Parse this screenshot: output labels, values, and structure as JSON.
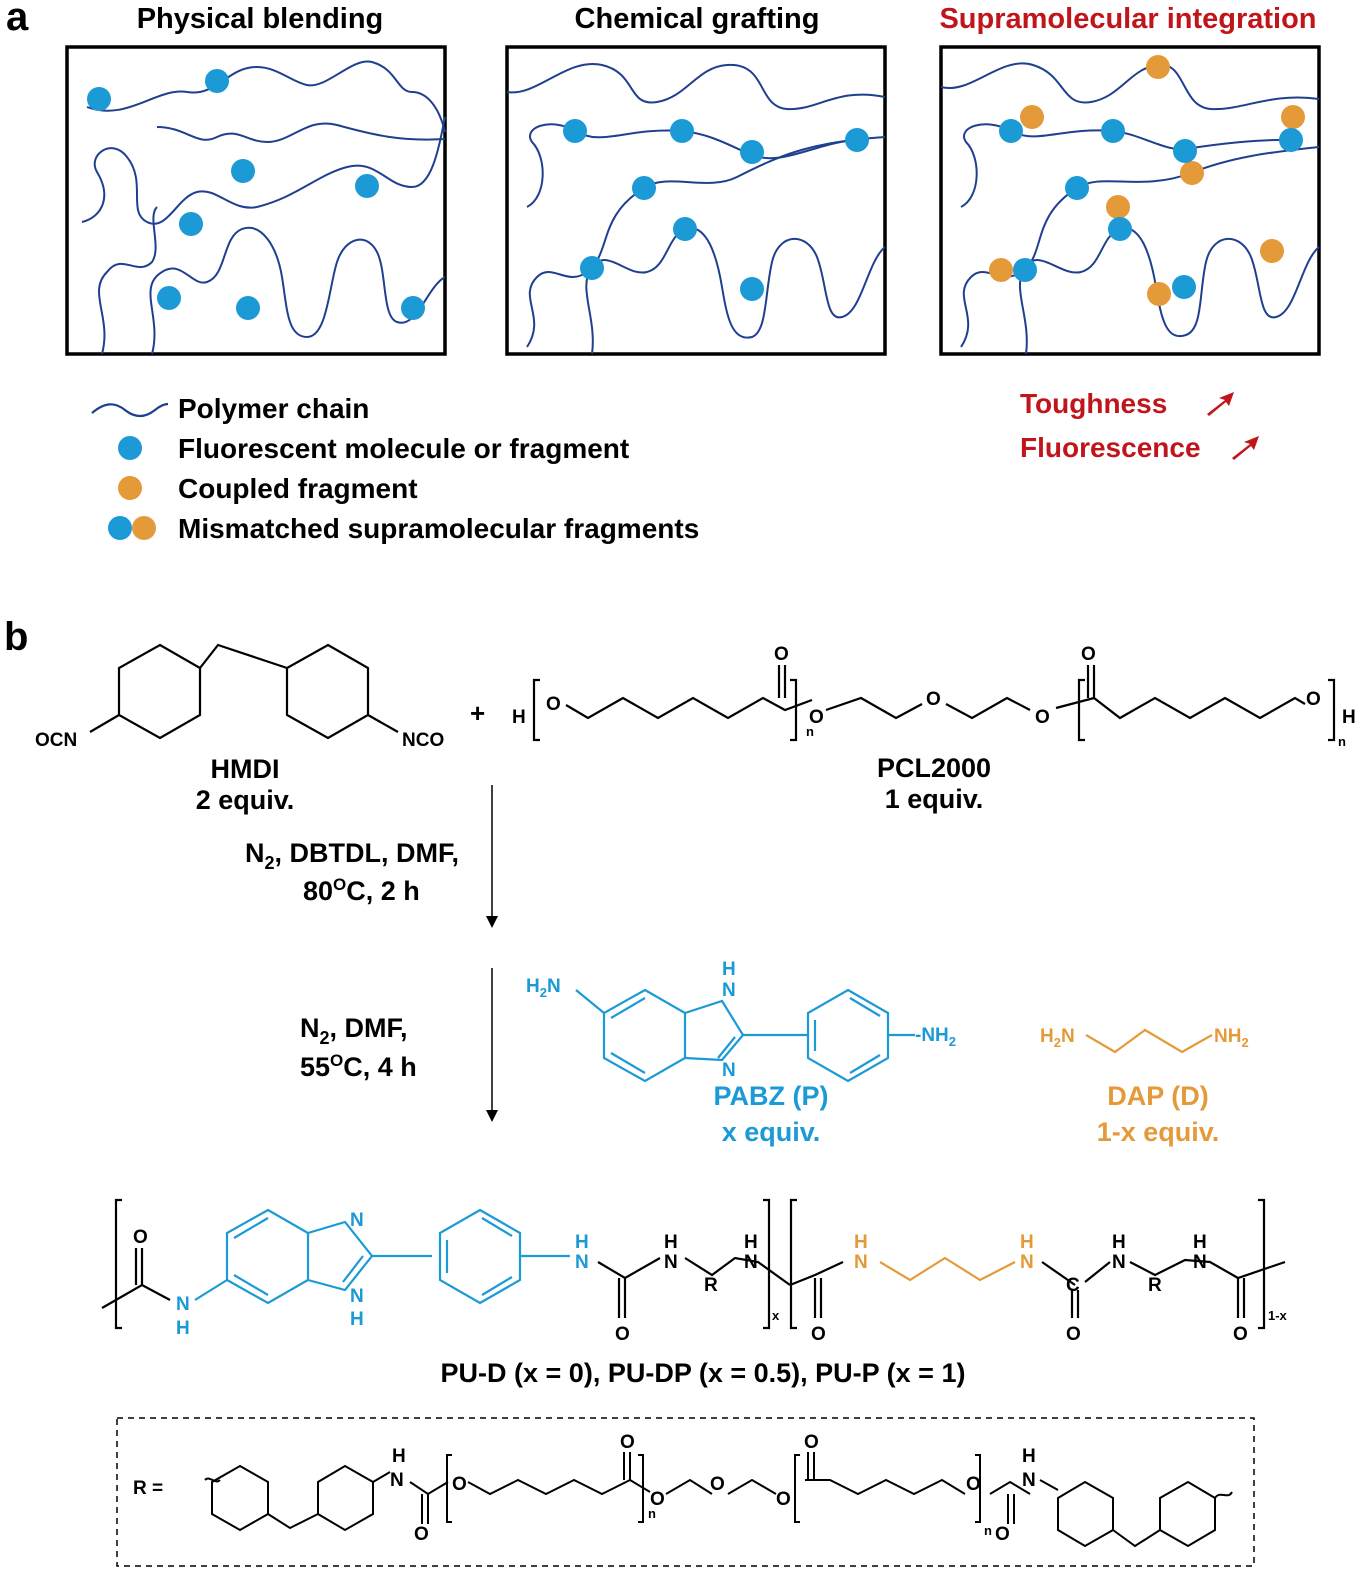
{
  "panel_a": {
    "label": "a",
    "titles": [
      "Physical blending",
      "Chemical grafting",
      "Supramolecular integration"
    ],
    "legend": [
      {
        "icon": "polymer-chain-icon",
        "text": "Polymer chain"
      },
      {
        "icon": "blue-circle-icon",
        "text": "Fluorescent molecule or fragment"
      },
      {
        "icon": "orange-circle-icon",
        "text": "Coupled fragment"
      },
      {
        "icon": "blue-orange-pair-icon",
        "text": "Mismatched supramolecular fragments"
      }
    ],
    "effects": [
      {
        "text": "Toughness",
        "icon": "up-arrow-icon"
      },
      {
        "text": "Fluorescence",
        "icon": "up-arrow-icon"
      }
    ]
  },
  "panel_b": {
    "label": "b",
    "plus": "+",
    "reagents": {
      "hmdi": {
        "name": "HMDI",
        "equiv": "2 equiv.",
        "left_group": "OCN",
        "right_group": "NCO"
      },
      "pcl": {
        "name": "PCL2000",
        "equiv": "1 equiv.",
        "h": "H",
        "o": "O",
        "n": "n"
      },
      "pabz": {
        "name": "PABZ (P)",
        "equiv": "x equiv.",
        "h2n": "H2N",
        "nh2": "-NH2",
        "n": "N",
        "h": "H"
      },
      "dap": {
        "name": "DAP (D)",
        "equiv": "1-x equiv.",
        "h2n": "H2N",
        "nh2": "NH2"
      }
    },
    "step1": {
      "line1_pre": "N",
      "line1_sub": "2",
      "line1_post": ", DBTDL, DMF,",
      "line2_pre": "80",
      "line2_sup": "O",
      "line2_post": "C, 2 h"
    },
    "step2": {
      "line1_pre": "N",
      "line1_sub": "2",
      "line1_post": ", DMF,",
      "line2_pre": "55",
      "line2_sup": "O",
      "line2_post": "C, 4 h"
    },
    "product": {
      "caption": "PU-D (x = 0), PU-DP (x = 0.5), PU-P (x = 1)",
      "labels": {
        "o": "O",
        "n": "N",
        "h": "H",
        "c": "C",
        "r": "R",
        "x": "x",
        "one_minus_x": "1-x"
      }
    },
    "r_group": {
      "label": "R =",
      "o": "O",
      "n": "N",
      "h": "H",
      "sub_n": "n"
    }
  },
  "colors": {
    "polymer": "#1f3f8f",
    "fluorescent": "#1b9ad6",
    "coupled": "#e59a3a",
    "highlight_red": "#c0151a",
    "pabz_blue": "#1b9ad6",
    "dap_orange": "#e59a3a",
    "black": "#000000"
  }
}
